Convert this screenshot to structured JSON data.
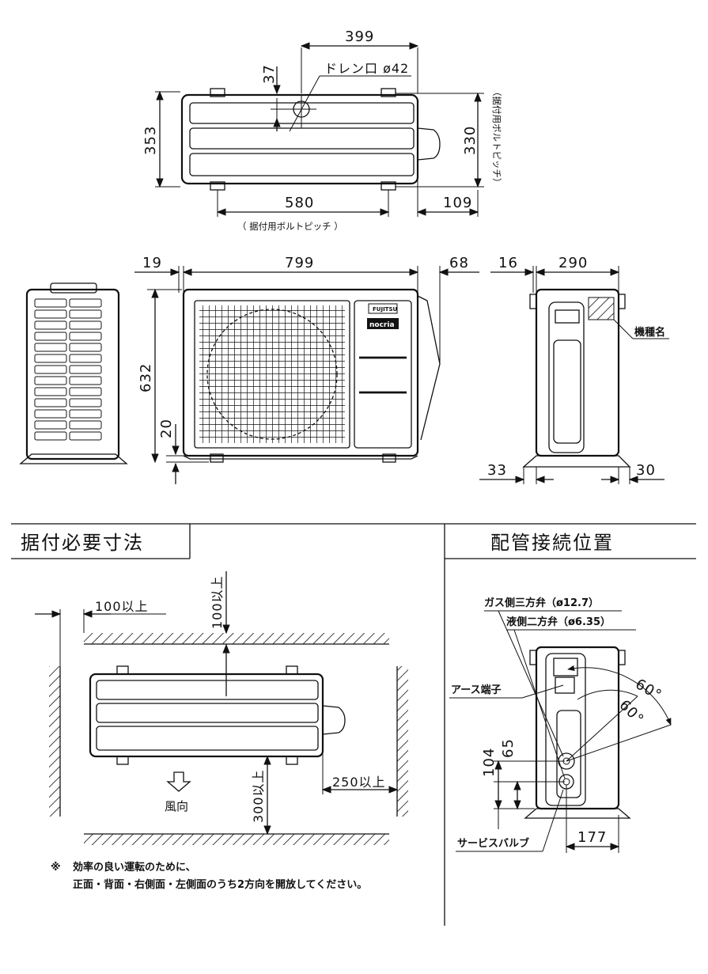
{
  "top_view": {
    "dim_width_top": "399",
    "dim_drain_offset": "37",
    "drain_label": "ドレン口 ø42",
    "dim_depth_total": "353",
    "dim_bolt_pitch_depth": "330",
    "bolt_pitch_note_vertical": "（据付用ボルトピッチ）",
    "dim_bolt_pitch_width": "580",
    "dim_right_offset": "109",
    "bolt_pitch_note": "（ 据付用ボルトピッチ ）"
  },
  "front_view": {
    "dim_left": "19",
    "dim_width": "799",
    "dim_right": "68",
    "dim_height": "632",
    "dim_foot": "20",
    "brand_top": "FUJITSU",
    "brand_bottom": "nocria"
  },
  "side_view": {
    "dim_left": "16",
    "dim_depth": "290",
    "model_label": "機種名",
    "dim_foot_left": "33",
    "dim_foot_right": "30"
  },
  "install_clearance": {
    "title": "据付必要寸法",
    "left_clearance": "100以上",
    "back_clearance": "100以上",
    "front_clearance": "300以上",
    "right_clearance": "250以上",
    "wind_direction": "風向",
    "note_mark": "※",
    "note_line1": "効率の良い運転のために、",
    "note_line2": "正面・背面・右側面・左側面のうち2方向を開放してください。"
  },
  "piping": {
    "title": "配管接続位置",
    "gas_valve": "ガス側三方弁（ø12.7）",
    "liquid_valve": "液側二方弁（ø6.35）",
    "earth_terminal": "アース端子",
    "angle_1": "60°",
    "angle_2": "60°",
    "dim_104": "104",
    "dim_65": "65",
    "dim_177": "177",
    "service_valve": "サービスバルブ"
  }
}
